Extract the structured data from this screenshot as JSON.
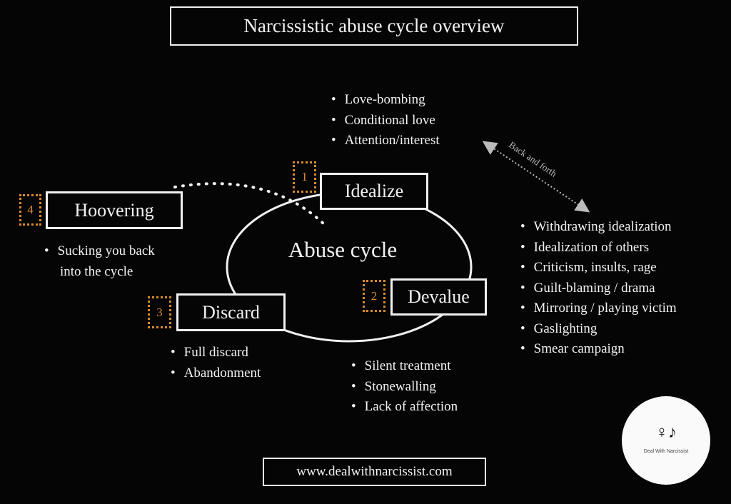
{
  "title": "Narcissistic abuse cycle overview",
  "center_label": "Abuse cycle",
  "stages": [
    {
      "number": "1",
      "label": "Idealize",
      "bullets": [
        "Love-bombing",
        "Conditional love",
        "Attention/interest"
      ]
    },
    {
      "number": "2",
      "label": "Devalue",
      "bullets": [
        "Silent treatment",
        "Stonewalling",
        "Lack of affection"
      ]
    },
    {
      "number": "3",
      "label": "Discard",
      "bullets": [
        "Full discard",
        "Abandonment"
      ]
    },
    {
      "number": "4",
      "label": "Hoovering",
      "bullets": [
        "Sucking you back",
        "into the cycle"
      ]
    }
  ],
  "back_and_forth_label": "Back and forth",
  "devalue_tactics": [
    "Withdrawing idealization",
    "Idealization of others",
    "Criticism, insults, rage",
    "Guilt-blaming / drama",
    "Mirroring / playing victim",
    "Gaslighting",
    "Smear campaign"
  ],
  "website": "www.dealwithnarcissist.com",
  "logo_text": "Deal With Narcissist",
  "colors": {
    "accent": "#d98a2b",
    "background": "#050505",
    "foreground": "#f2f2f2"
  }
}
